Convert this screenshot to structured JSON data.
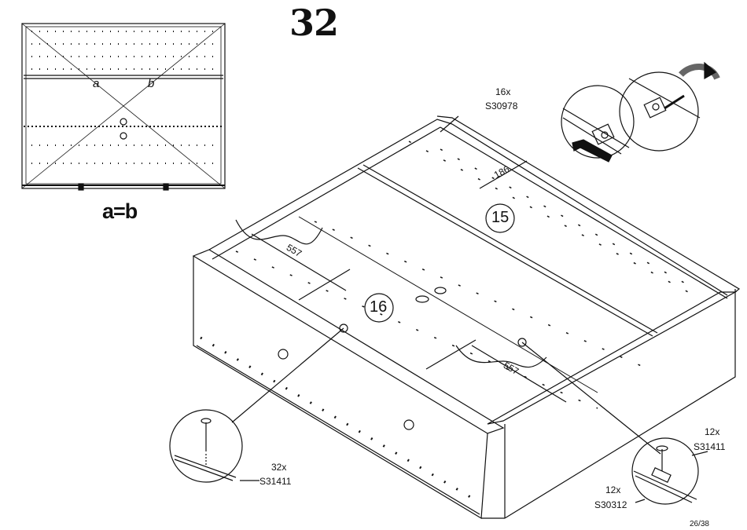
{
  "step_number": "32",
  "diagonal_rule": "a=b",
  "diagonal_labels": {
    "a": "a",
    "b": "b"
  },
  "panels": {
    "top": "15",
    "bottom": "16"
  },
  "dimensions": {
    "spacing": "186",
    "distance_left": "557",
    "distance_right": "557"
  },
  "parts": [
    {
      "quantity": "16x",
      "code": "S30978"
    },
    {
      "quantity": "32x",
      "code": "S31411"
    },
    {
      "quantity": "12x",
      "code": "S31411"
    },
    {
      "quantity": "12x",
      "code": "S30312"
    }
  ],
  "page_number": "26/38"
}
